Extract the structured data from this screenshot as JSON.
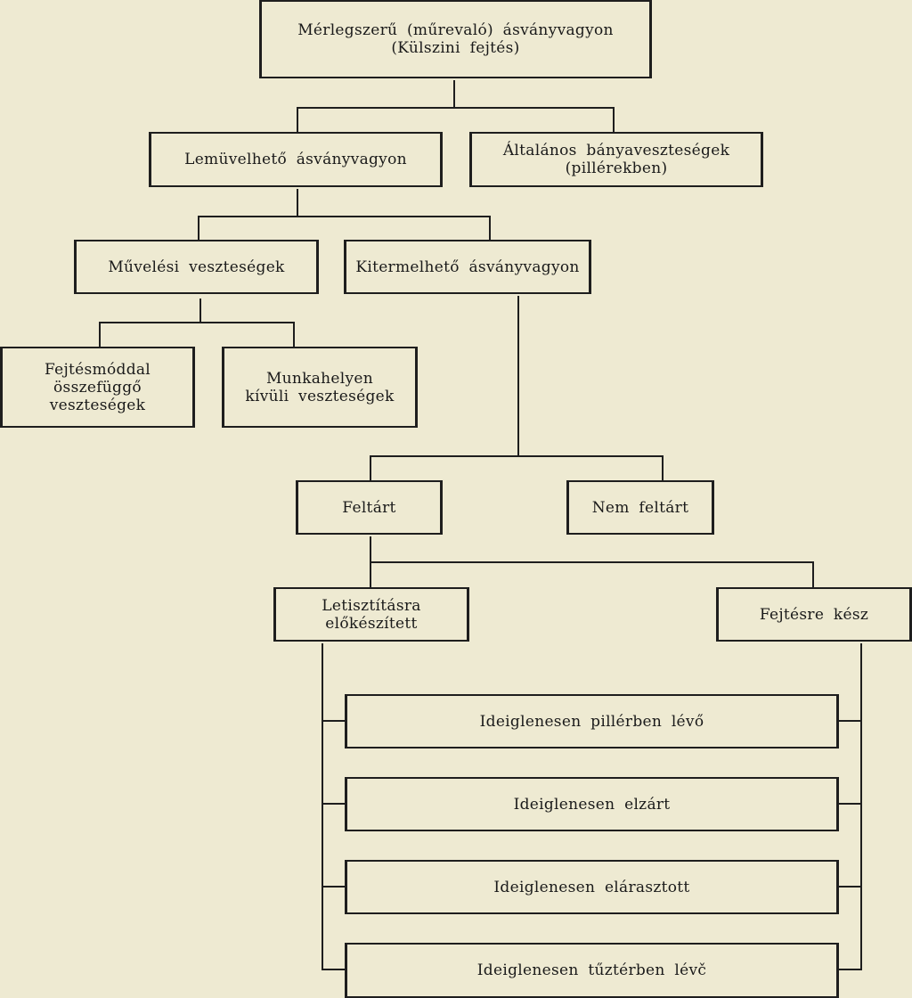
{
  "diagram": {
    "root": "Mérlegszerű (műrevaló) ásványvagyon\n(Külszini fejtés)",
    "mineable": "Lemüvelhető ásványvagyon",
    "general_losses": "Általános bányaveszteségek\n(pillérekben)",
    "mining_losses": "Művelési veszteségek",
    "extractable": "Kitermelhető ásványvagyon",
    "method_losses": "Fejtésmóddal\nösszefüggő\nveszteségek",
    "outside_losses": "Munkahelyen\nkívüli veszteségek",
    "opened": "Feltárt",
    "not_opened": "Nem feltárt",
    "prepared_cleaning": "Letisztításra\nelőkészített",
    "ready_mining": "Fejtésre kész",
    "temp_pillar": "Ideiglenesen pillérben lévő",
    "temp_closed": "Ideiglenesen elzárt",
    "temp_flooded": "Ideiglenesen elárasztott",
    "temp_fire": "Ideiglenesen tűztérben lévč"
  }
}
